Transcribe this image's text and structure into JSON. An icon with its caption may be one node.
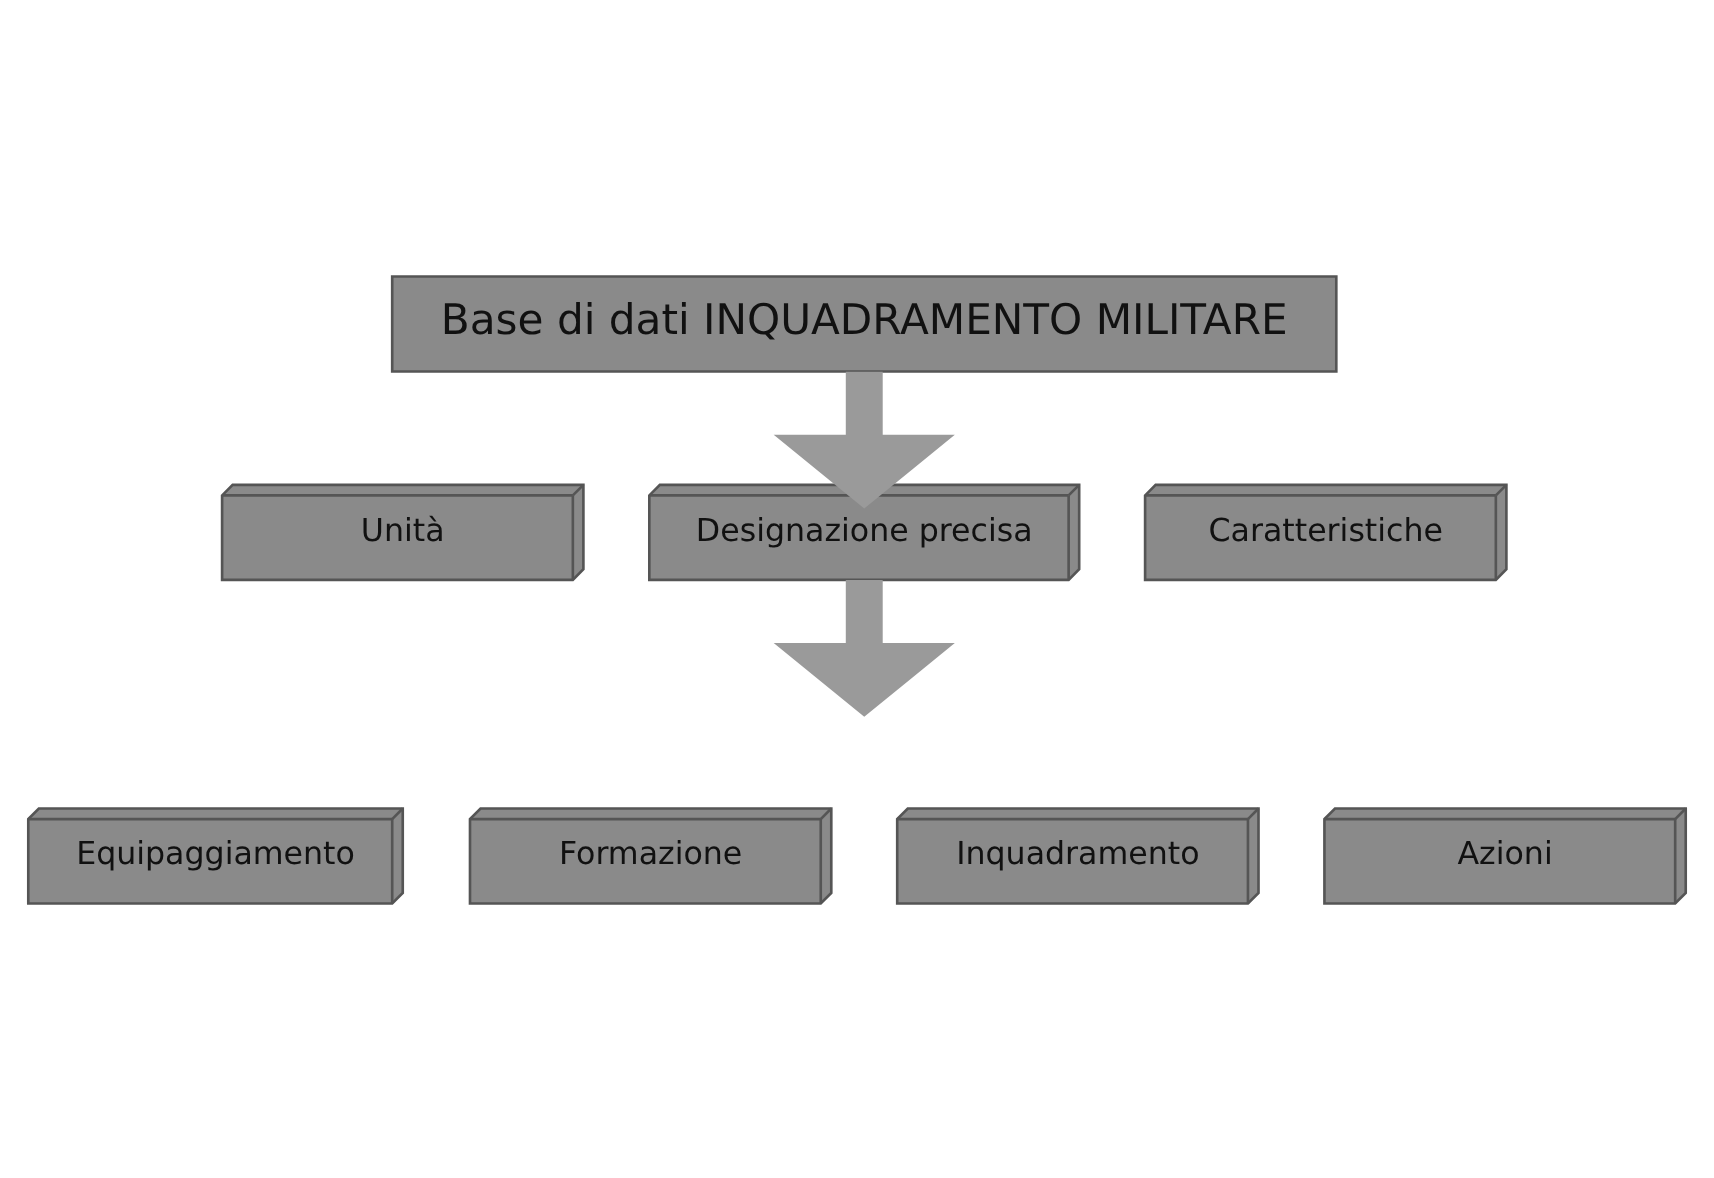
{
  "diagram": {
    "nodes": [
      {
        "text": [
          "Base di dati INQUADRAMENTO MILITARE"
        ]
      },
      {
        "text": [
          "Unità"
        ]
      },
      {
        "text": [
          "Designazione precisa"
        ]
      },
      {
        "text": [
          "Caratteristiche"
        ]
      },
      {
        "text": [
          "Equipaggiamento"
        ]
      },
      {
        "text": [
          "Formazione"
        ]
      },
      {
        "text": [
          "Inquadramento"
        ]
      },
      {
        "text": [
          "Azioni"
        ]
      }
    ],
    "edges": [
      {
        "from": 0,
        "to": 2,
        "arrow": "to"
      },
      {
        "from": 2,
        "to": null,
        "arrow": "to"
      }
    ]
  }
}
